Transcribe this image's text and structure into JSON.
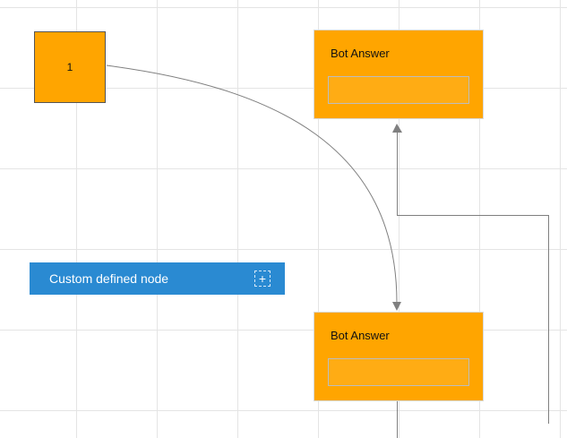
{
  "diagram": {
    "canvas": {
      "background_color": "#ffffff",
      "grid_color": "#e4e4e4"
    },
    "connector_color": "#7f7f7f",
    "nodes": {
      "square": {
        "label": "1",
        "fill": "#ffa500"
      },
      "bot_top": {
        "title": "Bot Answer",
        "fill": "#ffa500",
        "input_value": ""
      },
      "bot_bottom": {
        "title": "Bot Answer",
        "fill": "#ffa500",
        "input_value": ""
      },
      "custom": {
        "label": "Custom defined node",
        "fill": "#2a8ad2",
        "plus_icon": "+"
      }
    }
  }
}
